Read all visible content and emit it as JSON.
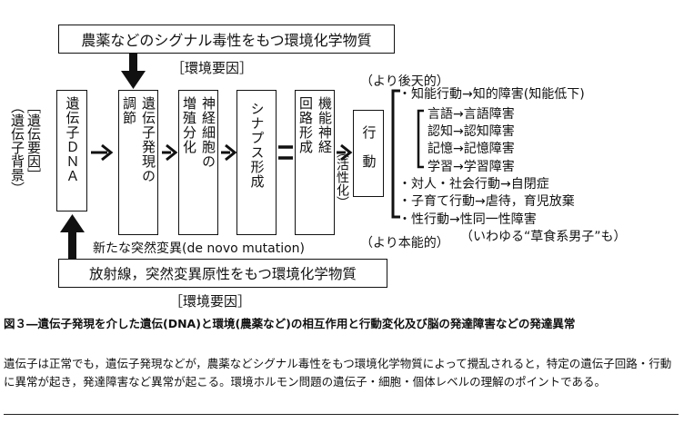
{
  "top_box": "農薬などのシグナル毒性をもつ環境化学物質",
  "top_env_label": "［環境要因］",
  "bottom_box": "放射線，突然変異原性をもつ環境化学物質",
  "bottom_env_label": "［環境要因］",
  "mutation_label": "新たな突然変異(de novo mutation)",
  "left_label": [
    "［遺伝要因］",
    "（遺伝子背景）"
  ],
  "dna_box": "遺伝子ＤＮＡ",
  "expr_box": [
    "遺伝子発現の",
    "調節"
  ],
  "neuro_box": [
    "神経細胞の",
    "増殖分化"
  ],
  "synapse_box": [
    "シナプス形成"
  ],
  "circuit_box": [
    "機能神経",
    "回路形成"
  ],
  "activation_label": "（活性化）",
  "action_box": "行　動",
  "acquired_label": "（より後天的）",
  "innate_label": "（より本能的）",
  "outcomes": [
    "・知能行動→知的障害(知能低下)",
    "言語→言語障害",
    "認知→認知障害",
    "記憶→記憶障害",
    "学習→学習障害",
    "・対人・社会行動→自閉症",
    "・子育て行動→虐待，育児放棄",
    "・性行動→性同一性障害"
  ],
  "herbivore_note": "（いわゆる“草食系男子”も）",
  "caption_title": "図３―遺伝子発現を介した遺伝(DNA)と環境(農薬など)の相互作用と行動変化及び脳の発達障害などの発達異常",
  "caption_body": "遺伝子は正常でも，遺伝子発現などが，農薬などシグナル毒性をもつ環境化学物質によって攪乱されると，特定の遺伝子回路・行動に異常が起き，発達障害など異常が起こる。環境ホルモン問題の遺伝子・細胞・個体レベルの理解のポイントである。"
}
